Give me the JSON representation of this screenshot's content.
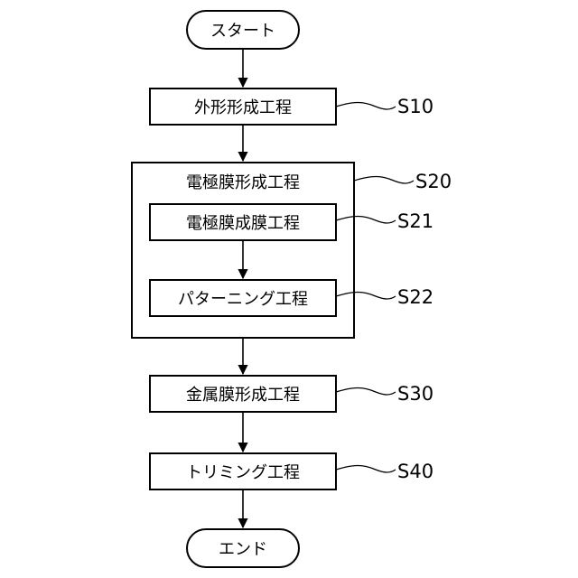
{
  "flowchart": {
    "start": {
      "label": "スタート"
    },
    "end": {
      "label": "エンド"
    },
    "steps": [
      {
        "label": "外形形成工程",
        "step_id": "S10"
      },
      {
        "label": "電極膜形成工程",
        "step_id": "S20"
      },
      {
        "label": "電極膜成膜工程",
        "step_id": "S21"
      },
      {
        "label": "パターニング工程",
        "step_id": "S22"
      },
      {
        "label": "金属膜形成工程",
        "step_id": "S30"
      },
      {
        "label": "トリミング工程",
        "step_id": "S40"
      }
    ]
  }
}
